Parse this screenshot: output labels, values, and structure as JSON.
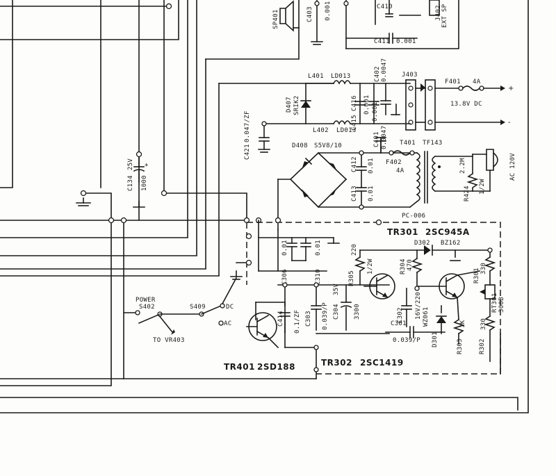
{
  "top": {
    "sp401": "SP401",
    "c403": "C403",
    "c403_val": "0.001",
    "c410": "C410",
    "c411": "C411",
    "c411_val": "0.001",
    "j402": "J402",
    "ext_sp": "EXT SP"
  },
  "filter": {
    "l401": "L401",
    "l401_type": "LD013",
    "l402": "L402",
    "l402_type": "LD013",
    "c402": "C402",
    "c402_val": "0.0047",
    "c416": "C416",
    "c416_val": "0.001",
    "c415": "C415",
    "c415_val": "0.001",
    "d407": "D407",
    "d407_type": "SRIK2",
    "j403": "J403",
    "c421": "C421",
    "c421_val": "0.047/ZF"
  },
  "power_out": {
    "f401": "F401",
    "f401_val": "4A",
    "dc_label": "13.8V DC",
    "plus": "+",
    "minus": "-"
  },
  "bridge": {
    "d408": "D408",
    "d408_type": "S5V8/10",
    "c412": "C412",
    "c412_val": "0.01",
    "c413": "C413",
    "c413_val": "0.01"
  },
  "transformer": {
    "c401": "C401",
    "c401_val": "0.0047",
    "t401": "T401",
    "t401_type": "TF143",
    "f402": "F402",
    "f402_val": "4A",
    "r424": "R424",
    "r424_val": "2.2M",
    "r424_watt": "1/2W",
    "ac_in": "AC 120V"
  },
  "c134": {
    "ref": "C134",
    "val_v": "25V",
    "val_uf": "1000"
  },
  "regulator": {
    "board": "PC-006",
    "tr301": "TR301",
    "tr301_type": "2SC945A",
    "d302": "D302",
    "d302_type": "BZ162",
    "c306": "C306",
    "c306_val": "0.01",
    "c310": "C310",
    "c310_val": "0.01",
    "r305": "R305",
    "r305_val": "220",
    "r305_watt": "1/2W",
    "r304": "R304",
    "r304_val": "470",
    "r301": "R301",
    "r301_val": "330",
    "c303": "C303",
    "c303_val": "0.039/P",
    "c304": "C304",
    "c304_v": "35V",
    "c304_val": "3300",
    "c302": "C302",
    "c302_val": "16V/220",
    "d301": "D301",
    "d301_type": "WZ061",
    "c301": "C301",
    "c301_val": "0.039/P",
    "r303": "R303",
    "r303_val": "1K",
    "r302": "R302",
    "r302_val": "330",
    "rt301": "RT301",
    "rt301_type": "300B"
  },
  "switches": {
    "power": "POWER",
    "s402": "S402",
    "s409": "S409",
    "dc": "DC",
    "ac": "AC",
    "to_vr": "TO VR403"
  },
  "pass": {
    "c414": "C414",
    "c414_val": "0.1/ZF",
    "tr401": "TR401",
    "tr401_type": "2SD188",
    "tr302": "TR302",
    "tr302_type": "2SC1419"
  }
}
